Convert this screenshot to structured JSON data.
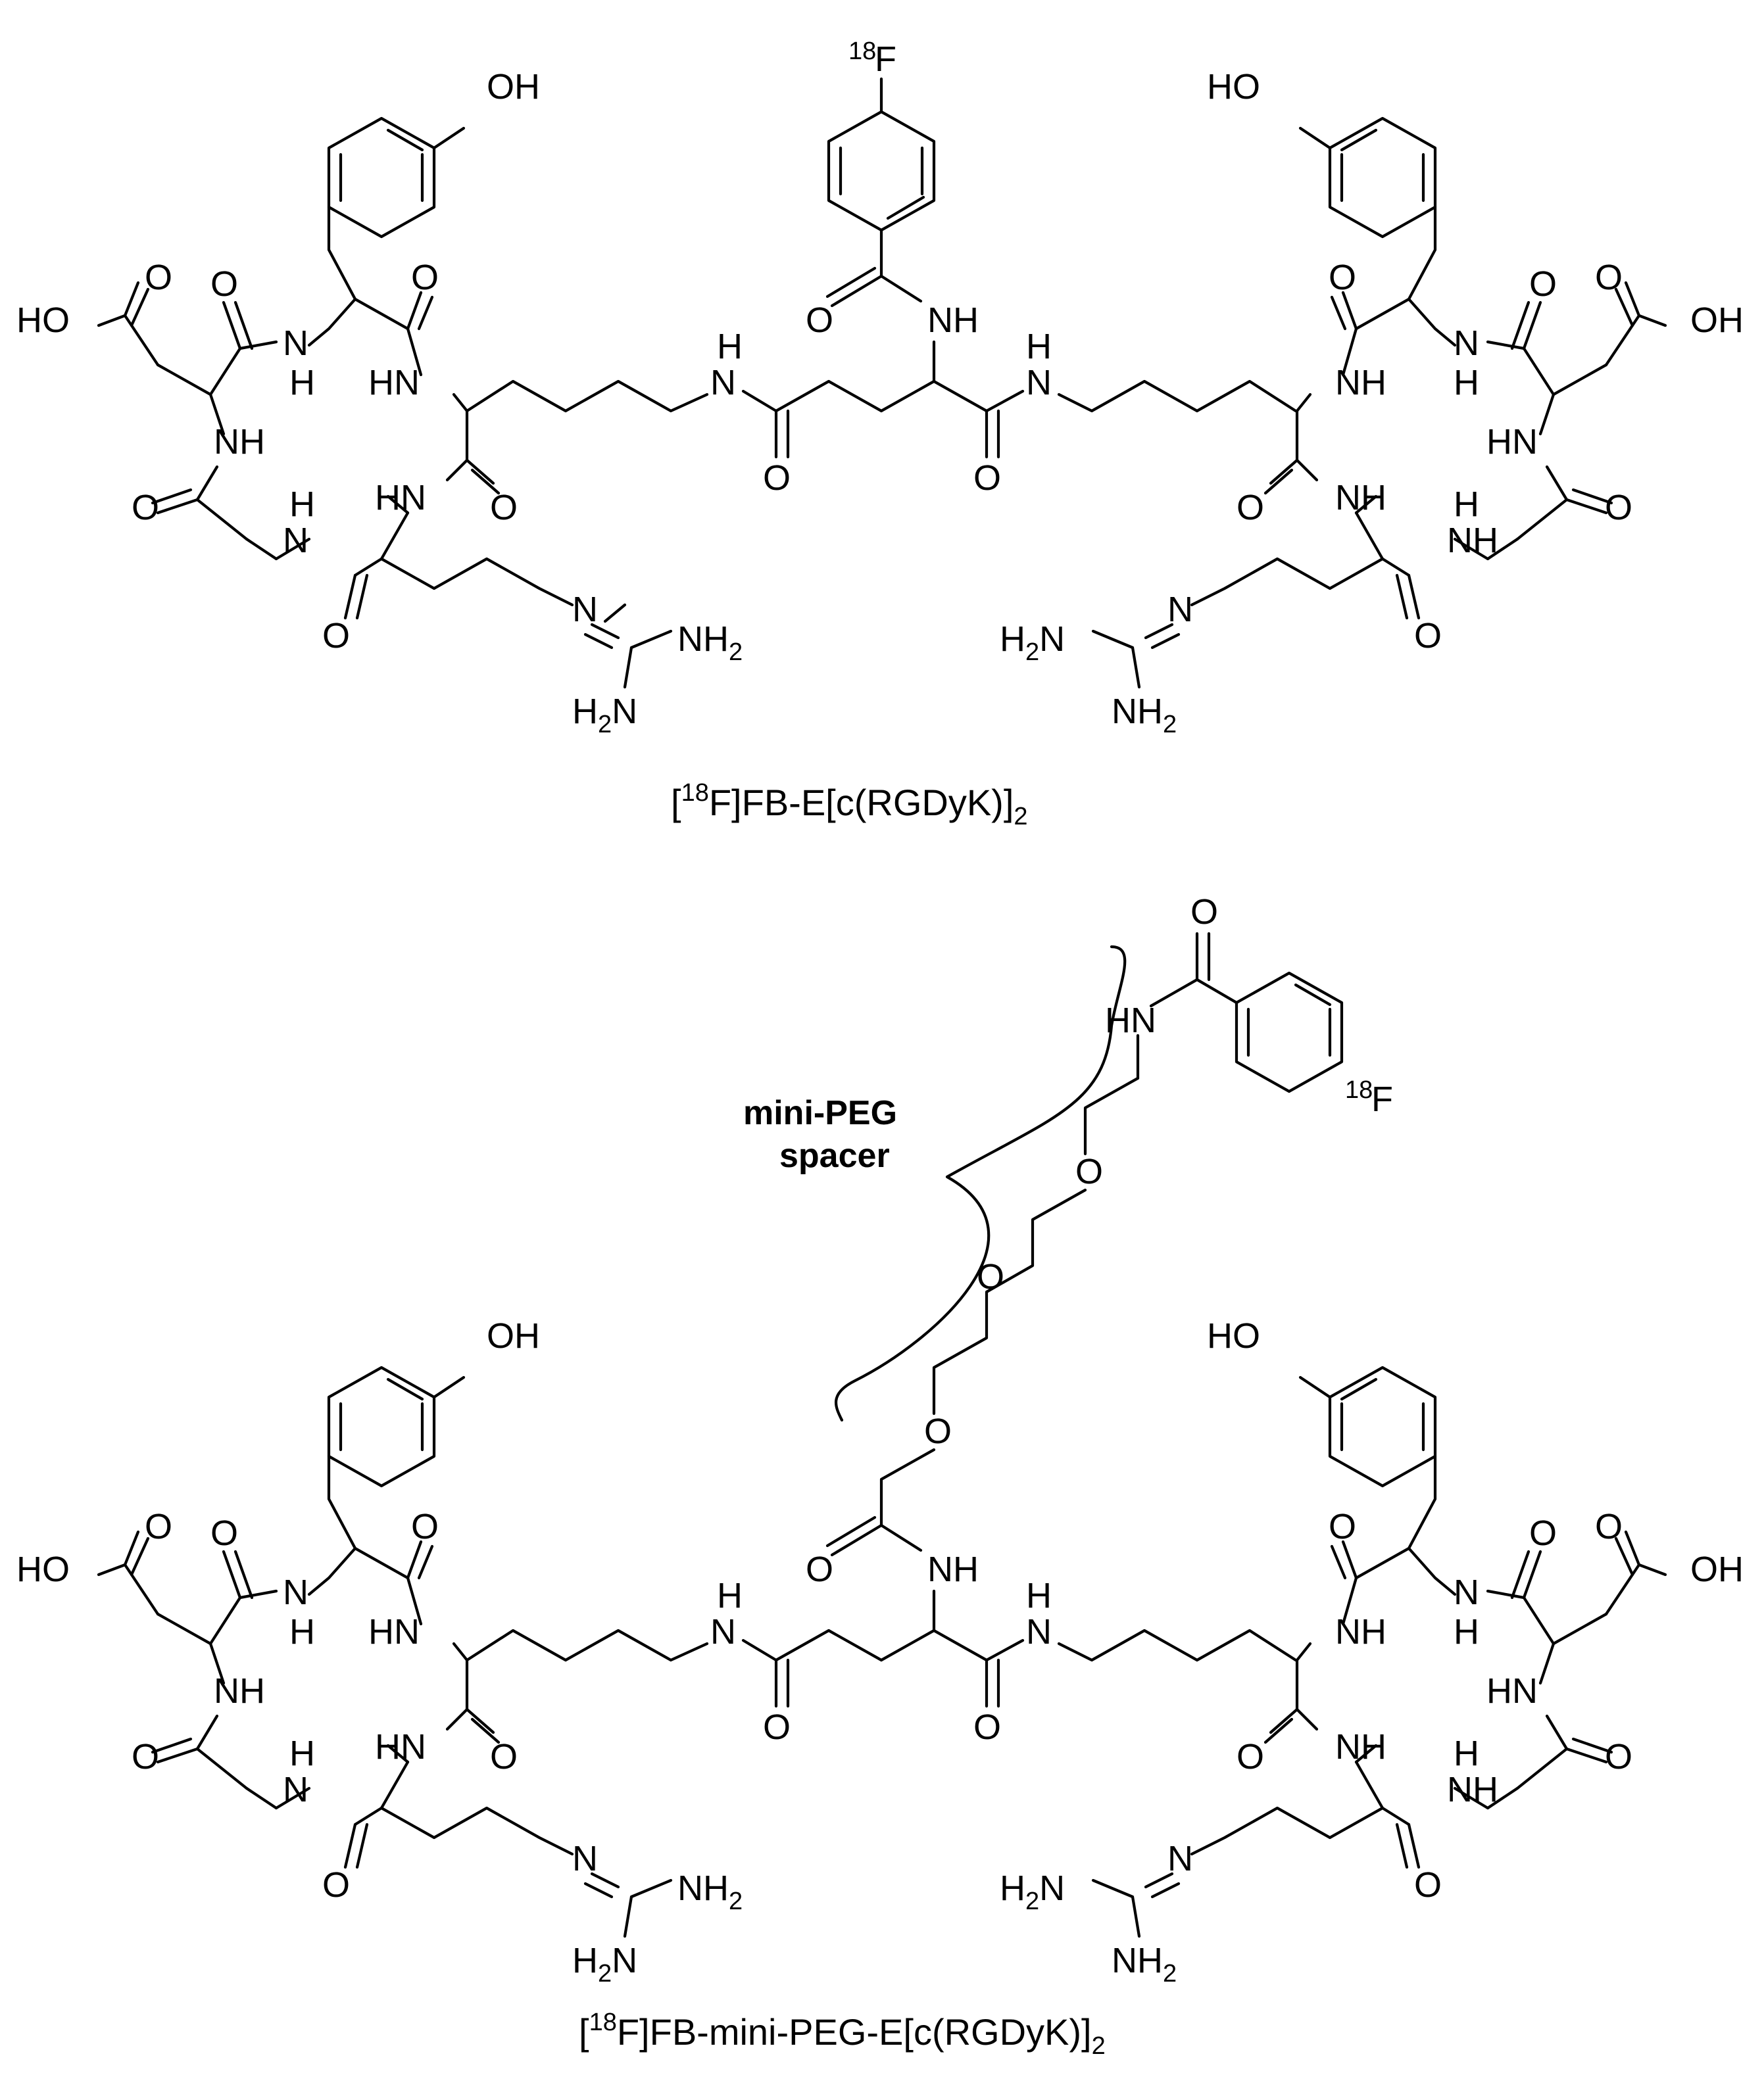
{
  "captions": {
    "top": {
      "pre": "[",
      "iso": "18",
      "main": "F]FB-E[c(RGDyK)]",
      "sub": "2"
    },
    "bottom": {
      "pre": "[",
      "iso": "18",
      "main": "F]FB-mini-PEG-E[c(RGDyK)]",
      "sub": "2"
    }
  },
  "spacer": {
    "line1": "mini-PEG",
    "line2": "spacer"
  },
  "atoms": {
    "oh": "OH",
    "ho": "HO",
    "o": "O",
    "nh": "NH",
    "hn": "HN",
    "n": "N",
    "h": "H",
    "nh2": "NH",
    "h2n_h": "H",
    "h2n_n": "N",
    "two": "2",
    "f": "F",
    "iso": "18"
  }
}
